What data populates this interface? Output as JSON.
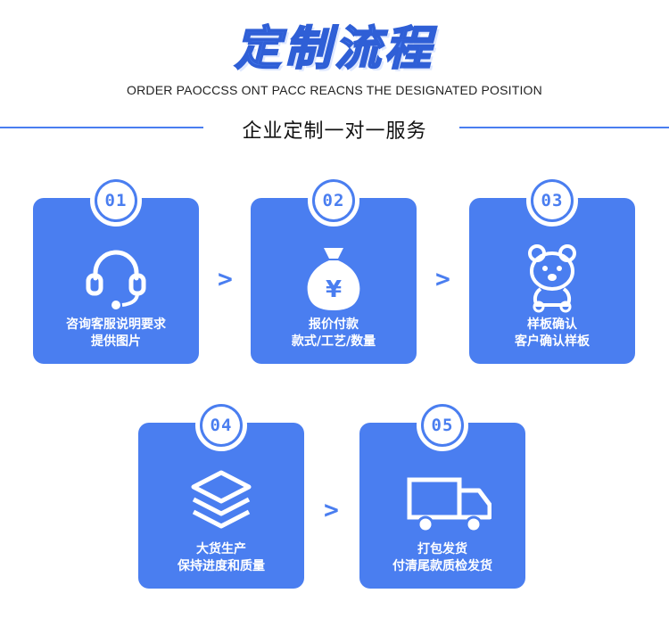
{
  "header": {
    "title": "定制流程",
    "subtitle": "ORDER PAOCCSS ONT PACC REACNS THE DESIGNATED POSITION",
    "service": "企业定制一对一服务"
  },
  "steps": [
    {
      "num": "01",
      "icon": "headset-icon",
      "line1": "咨询客服说明要求",
      "line2": "提供图片"
    },
    {
      "num": "02",
      "icon": "money-bag-icon",
      "line1": "报价付款",
      "line2": "款式/工艺/数量"
    },
    {
      "num": "03",
      "icon": "bear-icon",
      "line1": "样板确认",
      "line2": "客户确认样板"
    },
    {
      "num": "04",
      "icon": "layers-icon",
      "line1": "大货生产",
      "line2": "保持进度和质量"
    },
    {
      "num": "05",
      "icon": "truck-icon",
      "line1": "打包发货",
      "line2": "付清尾款质检发货"
    }
  ],
  "arrow_glyph": ">",
  "colors": {
    "accent": "#4a7ef0",
    "text": "#111111"
  }
}
